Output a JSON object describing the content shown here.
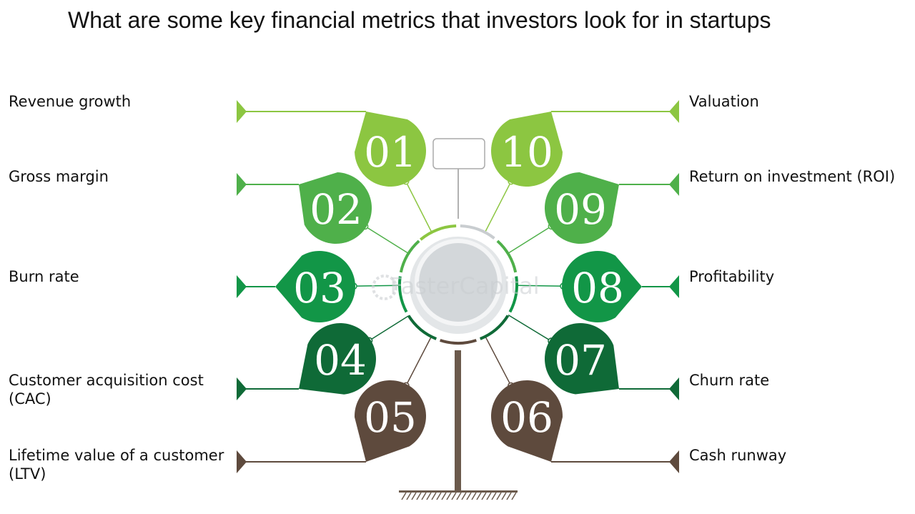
{
  "title": "What are some key financial metrics that investors look for in startups",
  "watermark": "FasterCapital",
  "colors": {
    "light_green": "#8cc641",
    "mid_green": "#4fb04a",
    "green": "#129647",
    "dark_green": "#0f6a37",
    "brown": "#5e4a3d",
    "grey": "#c9cdd0"
  },
  "items": [
    {
      "num": "01",
      "label": "Revenue growth",
      "color": "#8cc641"
    },
    {
      "num": "02",
      "label": "Gross margin",
      "color": "#4fb04a"
    },
    {
      "num": "03",
      "label": "Burn rate",
      "color": "#129647"
    },
    {
      "num": "04",
      "label": "Customer acquisition cost (CAC)",
      "color": "#0f6a37"
    },
    {
      "num": "05",
      "label": "Lifetime value of a customer (LTV)",
      "color": "#5e4a3d"
    },
    {
      "num": "06",
      "label": "Cash runway",
      "color": "#5e4a3d"
    },
    {
      "num": "07",
      "label": "Churn rate",
      "color": "#0f6a37"
    },
    {
      "num": "08",
      "label": "Profitability",
      "color": "#129647"
    },
    {
      "num": "09",
      "label": "Return on investment (ROI)",
      "color": "#4fb04a"
    },
    {
      "num": "10",
      "label": "Valuation",
      "color": "#8cc641"
    }
  ]
}
